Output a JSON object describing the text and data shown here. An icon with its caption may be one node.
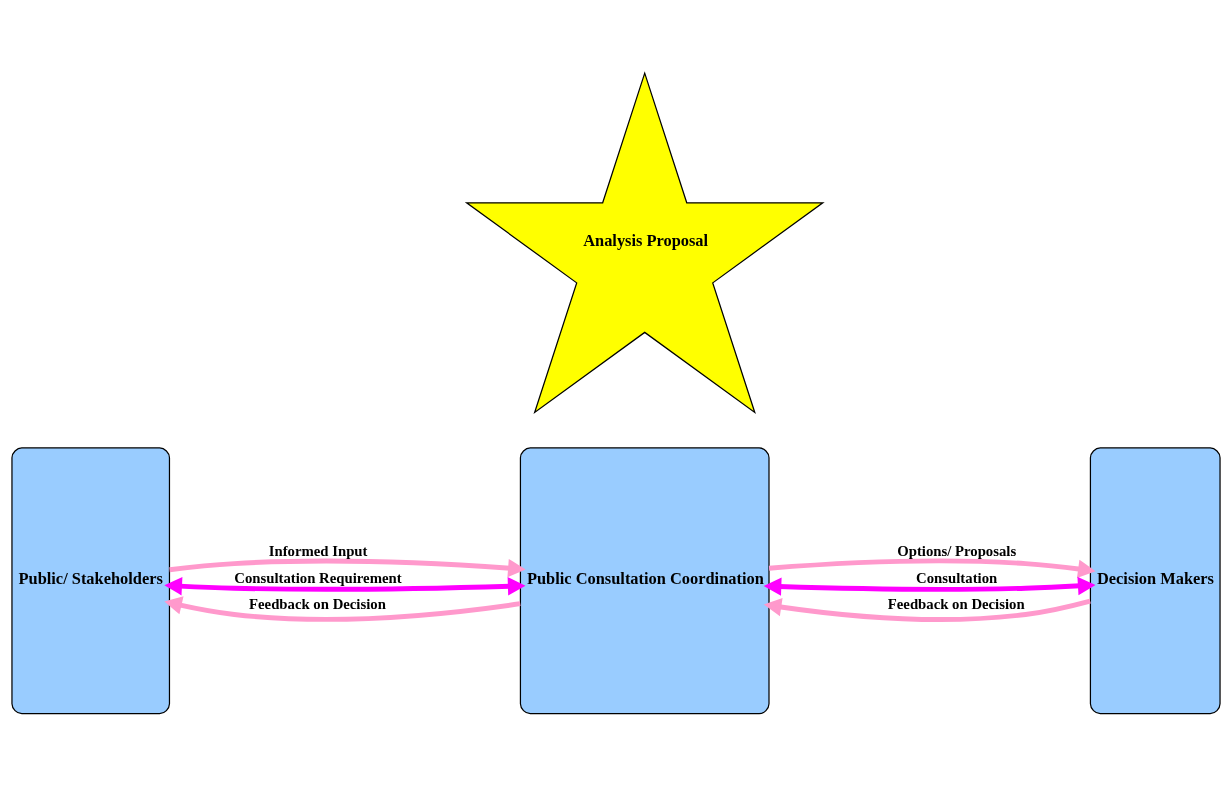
{
  "diagram": {
    "nodes": [
      {
        "text": [
          "Public/ Stakeholders"
        ]
      },
      {
        "text": [
          "Public Consultation Coordination"
        ]
      },
      {
        "text": [
          "Decision Makers"
        ]
      },
      {
        "text": [
          "Analysis Proposal"
        ]
      }
    ],
    "edges": [
      {
        "from": 0,
        "to": 1,
        "arrow": "to",
        "label": "Informed Input"
      },
      {
        "from": 0,
        "to": 1,
        "arrow": "both",
        "label": "Consultation Requirement",
        "color": "#ff00ff"
      },
      {
        "from": 1,
        "to": 0,
        "arrow": "to",
        "label": "Feedback on Decision"
      },
      {
        "from": 1,
        "to": 2,
        "arrow": "to",
        "label": "Options/ Proposals"
      },
      {
        "from": 1,
        "to": 2,
        "arrow": "both",
        "label": "Consultation",
        "color": "#ff00ff"
      },
      {
        "from": 2,
        "to": 1,
        "arrow": "to",
        "label": "Feedback on Decision"
      }
    ]
  }
}
